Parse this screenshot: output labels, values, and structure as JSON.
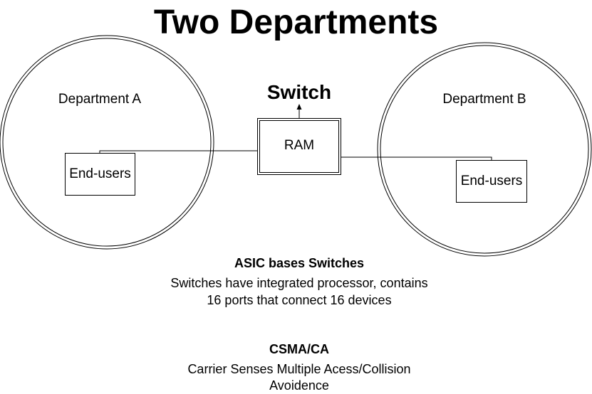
{
  "title": "Two Departments",
  "switch": {
    "label": "Switch",
    "component": "RAM"
  },
  "departments": [
    {
      "label": "Department A",
      "node_label": "End-users"
    },
    {
      "label": "Department B",
      "node_label": "End-users"
    }
  ],
  "asic": {
    "title": "ASIC bases Switches",
    "lines": [
      "Switches have integrated processor, contains",
      "16 ports that connect 16 devices"
    ]
  },
  "csma": {
    "title": "CSMA/CA",
    "lines": [
      "Carrier Senses Multiple Acess/Collision",
      "Avoidence"
    ]
  },
  "colors": {
    "stroke": "#000000",
    "background": "#ffffff"
  }
}
